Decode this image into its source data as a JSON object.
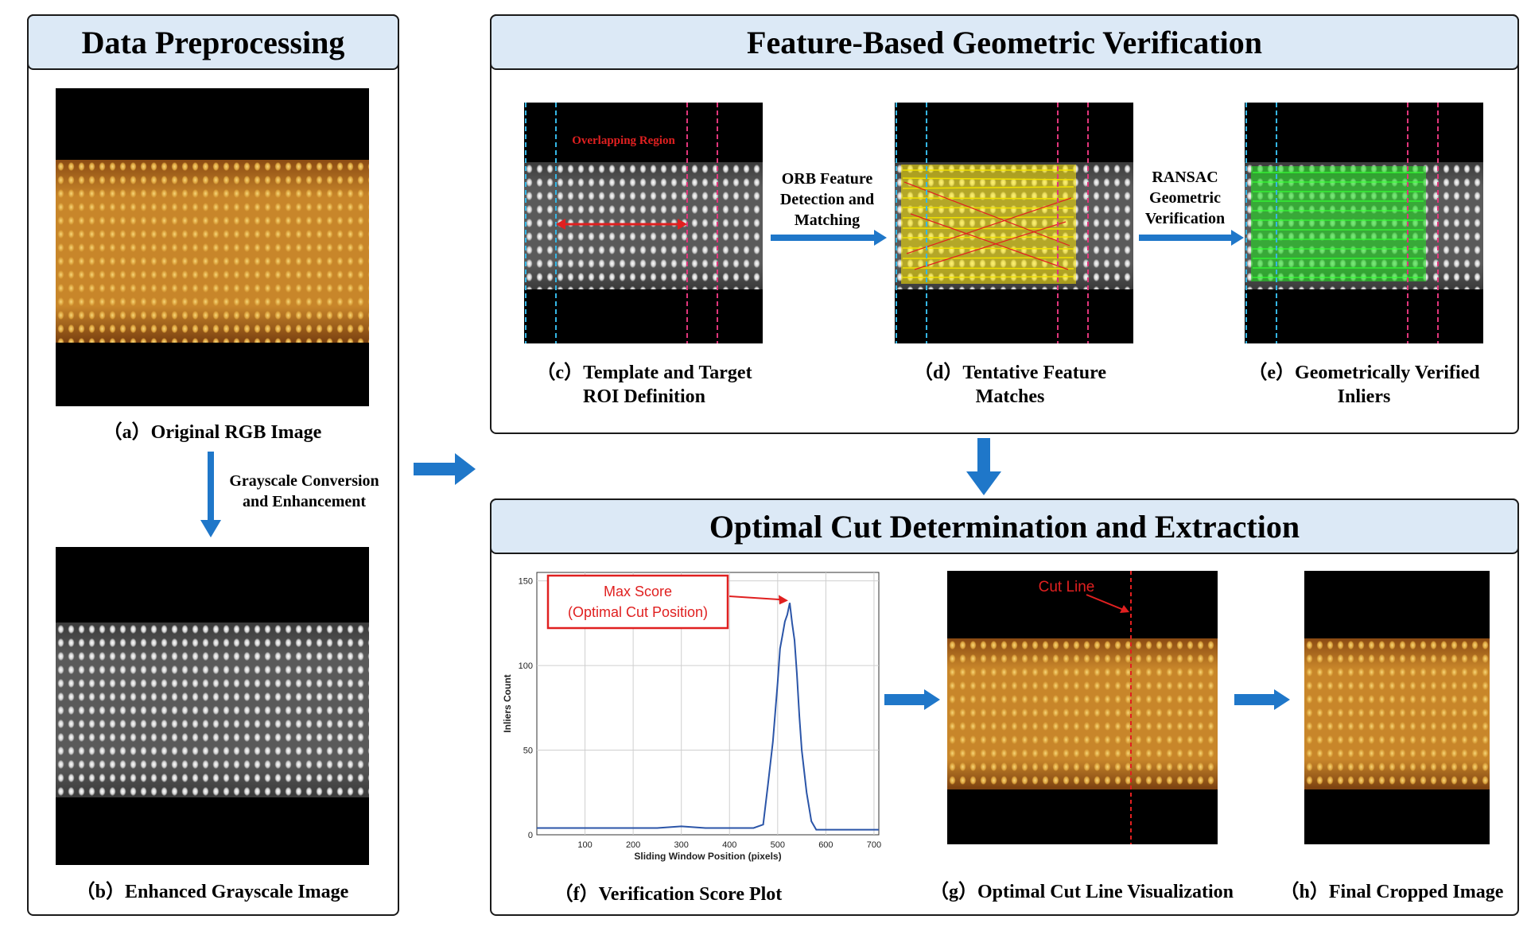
{
  "preprocessing": {
    "title": "Data Preprocessing",
    "caption_a": "（a）Original RGB Image",
    "arrow_label_1": "Grayscale Conversion",
    "arrow_label_2": "and Enhancement",
    "caption_b": "（b）Enhanced Grayscale Image"
  },
  "verification": {
    "title": "Feature-Based Geometric Verification",
    "overlap_label": "Overlapping Region",
    "orb_1": "ORB Feature",
    "orb_2": "Detection and",
    "orb_3": "Matching",
    "ransac_1": "RANSAC",
    "ransac_2": "Geometric",
    "ransac_3": "Verification",
    "caption_c_1": "（c）Template and Target",
    "caption_c_2": "ROI Definition",
    "caption_d_1": "（d）Tentative Feature",
    "caption_d_2": "Matches",
    "caption_e_1": "（e）Geometrically Verified",
    "caption_e_2": "Inliers"
  },
  "extraction": {
    "title": "Optimal Cut Determination and Extraction",
    "cut_label": "Cut Line",
    "caption_f": "（f）Verification Score Plot",
    "caption_g": "（g）Optimal Cut Line Visualization",
    "caption_h": "（h）Final Cropped Image"
  },
  "colors": {
    "arrow_blue": "#1f77c9",
    "header_bg": "#dce9f6",
    "annot_red": "#e02020",
    "roi_cyan": "#35b7e6",
    "roi_magenta": "#e0357a",
    "line_blue": "#2b55a8"
  },
  "chart_data": {
    "type": "line",
    "title": "",
    "xlabel": "Sliding Window Position (pixels)",
    "ylabel": "Inliers Count",
    "xlim": [
      0,
      710
    ],
    "ylim": [
      0,
      155
    ],
    "xticks": [
      100,
      200,
      300,
      400,
      500,
      600,
      700
    ],
    "yticks": [
      0,
      50,
      100,
      150
    ],
    "grid": true,
    "annotation": {
      "line1": "Max Score",
      "line2": "(Optimal Cut Position)",
      "x": 525,
      "y": 137
    },
    "series": [
      {
        "x": [
          0,
          50,
          100,
          150,
          200,
          250,
          300,
          350,
          400,
          450,
          470,
          480,
          490,
          500,
          505,
          510,
          515,
          520,
          525,
          530,
          535,
          540,
          545,
          550,
          560,
          570,
          580,
          590,
          600,
          650,
          710
        ],
        "values": [
          4,
          4,
          4,
          4,
          4,
          4,
          5,
          4,
          4,
          4,
          6,
          30,
          55,
          90,
          110,
          118,
          126,
          130,
          137,
          125,
          115,
          95,
          70,
          50,
          25,
          8,
          3,
          3,
          3,
          3,
          3
        ]
      }
    ]
  }
}
